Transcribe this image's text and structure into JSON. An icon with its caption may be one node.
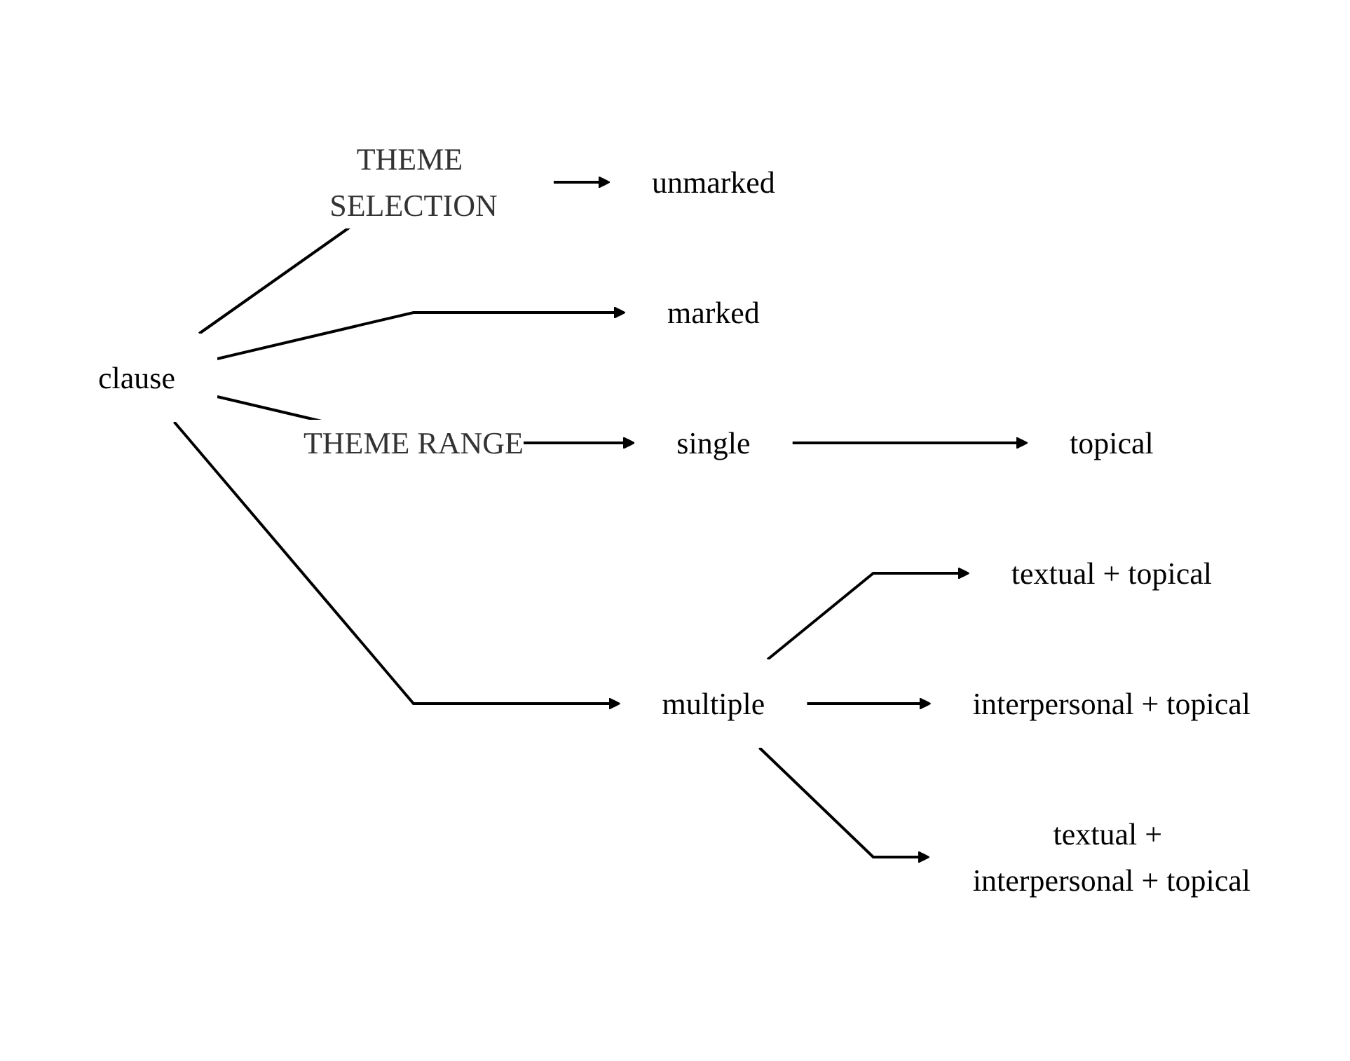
{
  "diagram": {
    "nodes": [
      {
        "text": [
          "clause"
        ]
      },
      {
        "text": [
          "unmarked"
        ]
      },
      {
        "text": [
          "marked"
        ]
      },
      {
        "text": [
          "single"
        ]
      },
      {
        "text": [
          "topical"
        ]
      },
      {
        "text": [
          "multiple"
        ]
      },
      {
        "text": [
          "textual + topical"
        ]
      },
      {
        "text": [
          "interpersonal + topical"
        ]
      },
      {
        "text": [
          "textual + interpersonal + topical"
        ]
      }
    ],
    "edges": [
      {
        "from": 0,
        "to": 1,
        "arrow": "to",
        "label": "THEME SELECTION"
      },
      {
        "from": 0,
        "to": 2,
        "arrow": "to"
      },
      {
        "from": 0,
        "to": 3,
        "arrow": "to",
        "label": "THEME RANGE"
      },
      {
        "from": 0,
        "to": 5,
        "arrow": "to"
      },
      {
        "from": 3,
        "to": 4,
        "arrow": "to"
      },
      {
        "from": 5,
        "to": 6,
        "arrow": "to"
      },
      {
        "from": 5,
        "to": 7,
        "arrow": "to"
      },
      {
        "from": 5,
        "to": 8,
        "arrow": "to"
      }
    ]
  }
}
